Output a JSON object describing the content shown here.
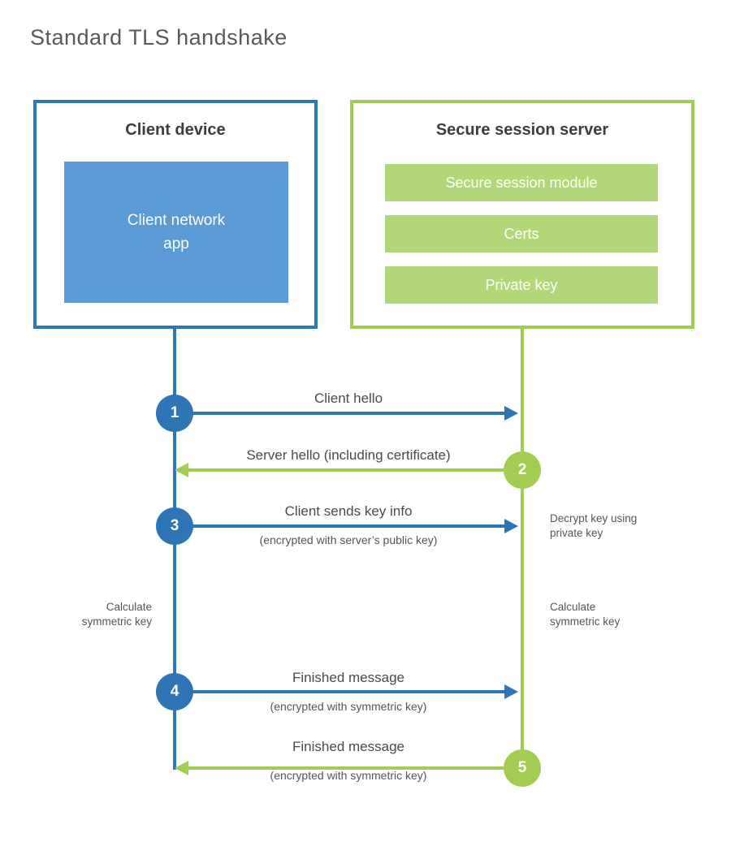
{
  "page": {
    "title": "Standard TLS handshake"
  },
  "colors": {
    "client_accent": "#2e75b6",
    "client_fill": "#5b9bd5",
    "server_accent": "#a3cd52",
    "server_fill": "#b2d778",
    "heading_text": "#3d3d3d",
    "label_text": "#4a4a4a",
    "title_text": "#595959"
  },
  "client": {
    "title": "Client device",
    "app_label": "Client network\napp"
  },
  "server": {
    "title": "Secure session server",
    "modules": [
      {
        "label": "Secure session module"
      },
      {
        "label": "Certs"
      },
      {
        "label": "Private key"
      }
    ]
  },
  "steps": [
    {
      "number": "1",
      "actor": "client",
      "direction": "left-to-right",
      "label": "Client hello",
      "sublabel": ""
    },
    {
      "number": "2",
      "actor": "server",
      "direction": "right-to-left",
      "label": "Server hello (including certificate)",
      "sublabel": ""
    },
    {
      "number": "3",
      "actor": "client",
      "direction": "left-to-right",
      "label": "Client sends key info",
      "sublabel": "(encrypted with server’s public key)"
    },
    {
      "number": "4",
      "actor": "client",
      "direction": "left-to-right",
      "label": "Finished message",
      "sublabel": "(encrypted with symmetric key)"
    },
    {
      "number": "5",
      "actor": "server",
      "direction": "right-to-left",
      "label": "Finished message",
      "sublabel": "(encrypted with symmetric key)"
    }
  ],
  "notes": {
    "decrypt": "Decrypt key using\nprivate key",
    "calculate_left": "Calculate\nsymmetric key",
    "calculate_right": "Calculate\nsymmetric key"
  }
}
